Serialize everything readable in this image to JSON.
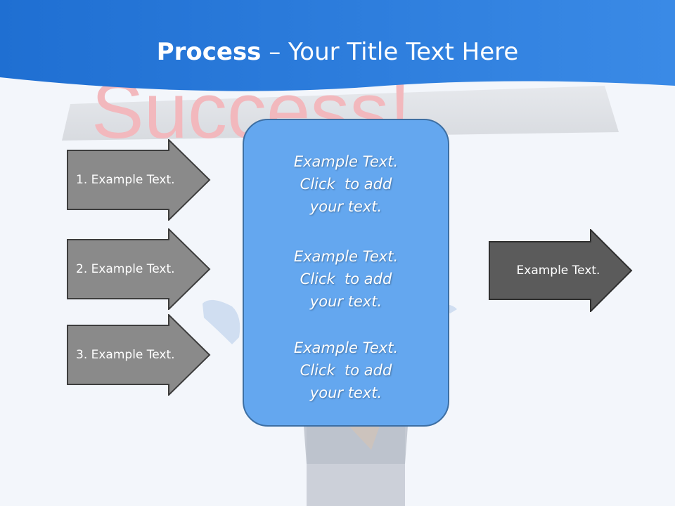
{
  "title": {
    "bold": "Process",
    "rest": " – Your Title Text Here"
  },
  "background_word": "Success!",
  "arrows_left": [
    {
      "label": "1. Example Text."
    },
    {
      "label": "2. Example Text."
    },
    {
      "label": "3. Example Text."
    }
  ],
  "center_box": {
    "blocks": [
      {
        "line1": "Example Text.",
        "line2": "Click  to add",
        "line3": "your text."
      },
      {
        "line1": "Example Text.",
        "line2": "Click  to add",
        "line3": "your text."
      },
      {
        "line1": "Example Text.",
        "line2": "Click  to add",
        "line3": "your text."
      }
    ]
  },
  "arrow_right": {
    "label": "Example Text."
  },
  "colors": {
    "banner": "#2e7fdc",
    "center_fill": "#64a7ef",
    "center_border": "#3d6fa3",
    "arrow_left_fill": "#8a8a8a",
    "arrow_right_fill": "#5b5b5b",
    "background": "#f3f6fb"
  }
}
